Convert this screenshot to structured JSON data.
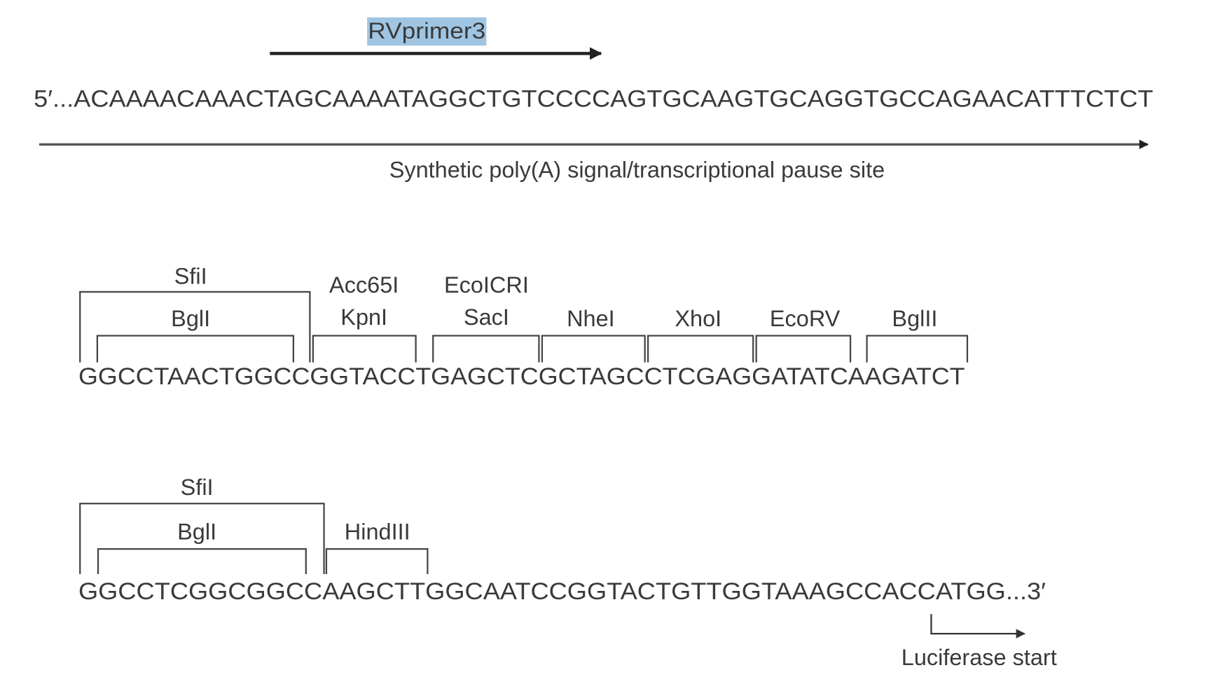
{
  "primer": {
    "label": "RVprimer3",
    "highlight_color": "#9fc5e2"
  },
  "top": {
    "sequence": "5′...ACAAAACAAACTAGCAAAATAGGCTGTCCCCAGTGCAAGTGCAGGTGCCAGAACATTTCTCT",
    "signal_label": "Synthetic poly(A) signal/transcriptional pause site"
  },
  "mcs1": {
    "sequence": "GGCCTAACTGGCCGGTACCTGAGCTCGCTAGCCTCGAGGATATCAAGATCT",
    "sites": {
      "sfi": "SfiI",
      "bgl": "BglI",
      "acc": "Acc65I",
      "kpn": "KpnI",
      "eco": "EcoICRI",
      "sac": "SacI",
      "nhe": "NheI",
      "xho": "XhoI",
      "ecorv": "EcoRV",
      "bglii": "BglII"
    }
  },
  "mcs2": {
    "sequence": "GGCCTCGGCGGCCAAGCTTGGCAATCCGGTACTGTTGGTAAAGCCACCATGG...3′",
    "sites": {
      "sfi": "SfiI",
      "bgl": "BglI",
      "hind": "HindIII"
    },
    "start_label": "Luciferase start"
  }
}
